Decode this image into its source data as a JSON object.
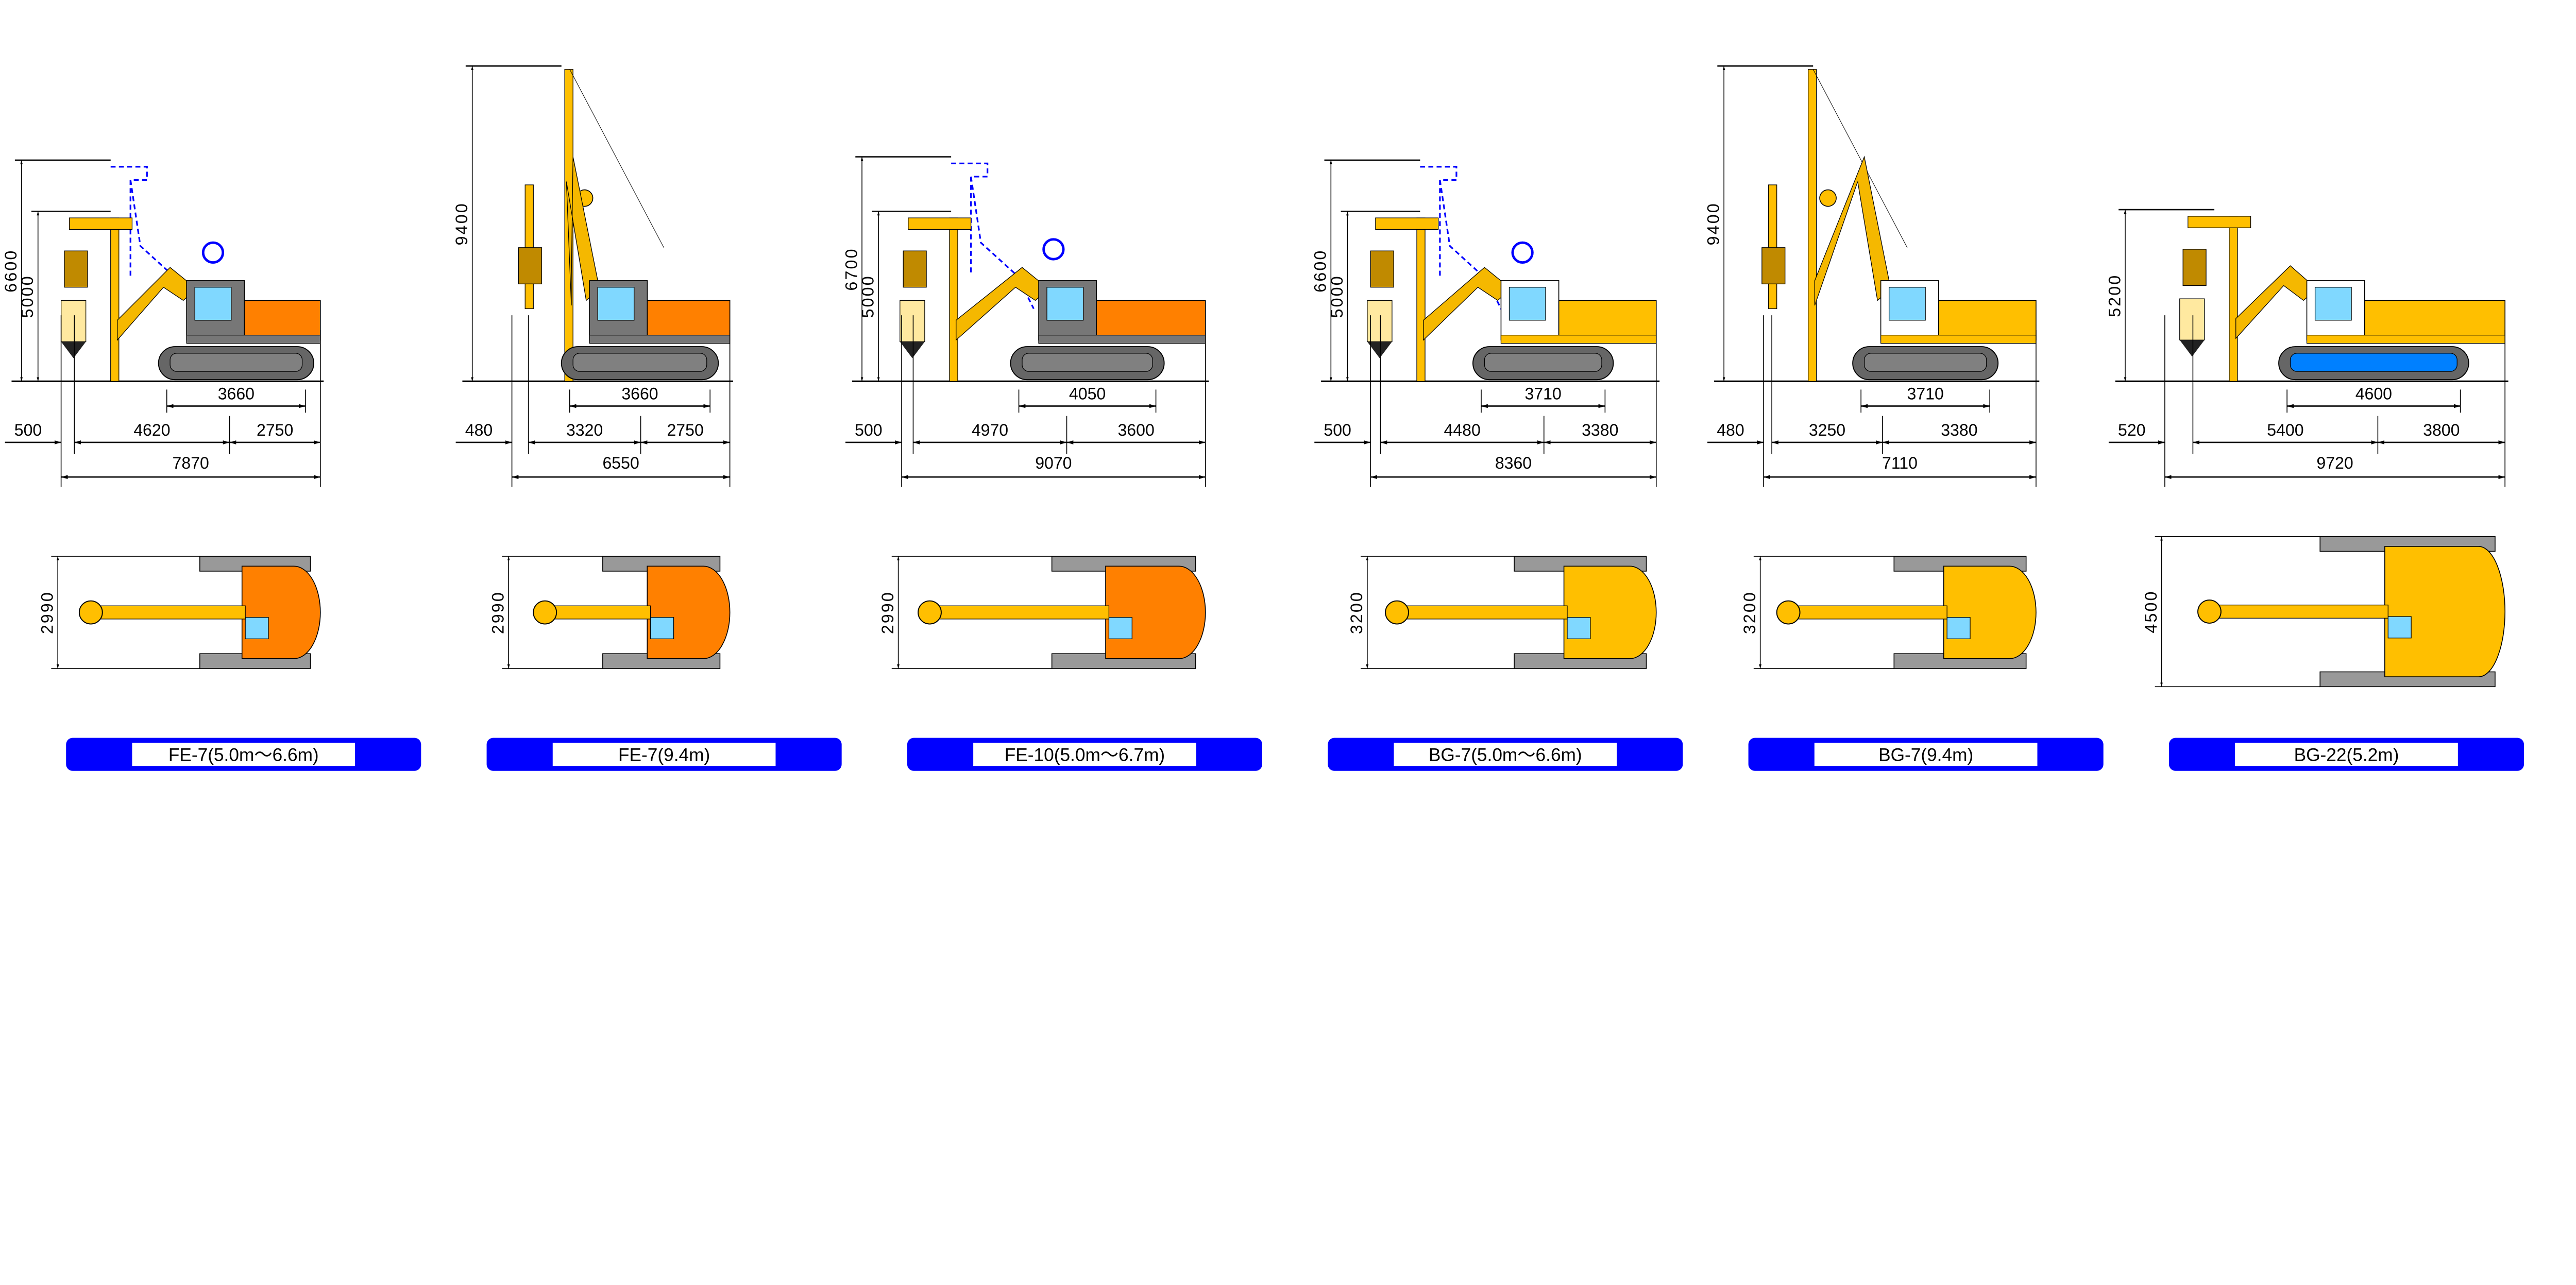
{
  "colors": {
    "frame_orange": "#ff8000",
    "frame_yellow": "#ffbf00",
    "boom_yellow": "#f5b800",
    "cab_glass": "#80d8ff",
    "track_gray": "#808080",
    "track_blue": "#0080ff",
    "ghost_blue": "#0000ff",
    "pill_blue": "#0000ff",
    "pin_red": "#ff0000"
  },
  "machines": [
    {
      "label": "FE-7(5.0m～6.6m)",
      "heights": [
        "6600",
        "5000"
      ],
      "front": "500",
      "front_span": "4620",
      "rear_span": "2750",
      "track": "3660",
      "total": "7870",
      "width": "2990",
      "ghost_positions": true,
      "body": "orange"
    },
    {
      "label": "FE-7(9.4m)",
      "heights": [
        "9400"
      ],
      "front": "480",
      "front_span": "3320",
      "rear_span": "2750",
      "track": "3660",
      "total": "6550",
      "width": "2990",
      "ghost_positions": false,
      "body": "orange"
    },
    {
      "label": "FE-10(5.0m～6.7m)",
      "heights": [
        "6700",
        "5000"
      ],
      "front": "500",
      "front_span": "4970",
      "rear_span": "3600",
      "track": "4050",
      "total": "9070",
      "width": "2990",
      "ghost_positions": true,
      "body": "orange"
    },
    {
      "label": "BG-7(5.0m～6.6m)",
      "heights": [
        "6600",
        "5000"
      ],
      "front": "500",
      "front_span": "4480",
      "rear_span": "3380",
      "track": "3710",
      "total": "8360",
      "width": "3200",
      "ghost_positions": true,
      "body": "yellow"
    },
    {
      "label": "BG-7(9.4m)",
      "heights": [
        "9400"
      ],
      "front": "480",
      "front_span": "3250",
      "rear_span": "3380",
      "track": "3710",
      "total": "7110",
      "width": "3200",
      "ghost_positions": false,
      "body": "yellow"
    },
    {
      "label": "BG-22(5.2m)",
      "heights": [
        "5200"
      ],
      "front": "520",
      "front_span": "5400",
      "rear_span": "3800",
      "track": "4600",
      "total": "9720",
      "width": "4500",
      "ghost_positions": false,
      "body": "yellow_blue_track"
    }
  ]
}
